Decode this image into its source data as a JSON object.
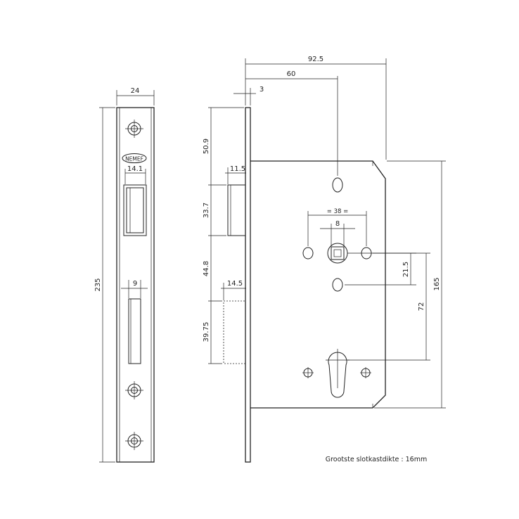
{
  "dims": {
    "faceplate_width": "24",
    "faceplate_height": "235",
    "latch_width": "14.1",
    "deadbolt_width": "9",
    "overall_width": "92.5",
    "backset": "60",
    "faceplate_thickness": "3",
    "top_offset": "50.9",
    "latch_height": "33.7",
    "latch_projection": "11.5",
    "latch_to_bolt": "44.8",
    "bolt_height": "39.75",
    "bolt_projection": "14.5",
    "follower_pitch": "= 38 =",
    "spindle": "8",
    "follower_to_hole": "21.5",
    "centre_distance": "72",
    "case_height": "165"
  },
  "brand": "NEMEF",
  "note": "Grootste slotkastdikte : 16mm"
}
